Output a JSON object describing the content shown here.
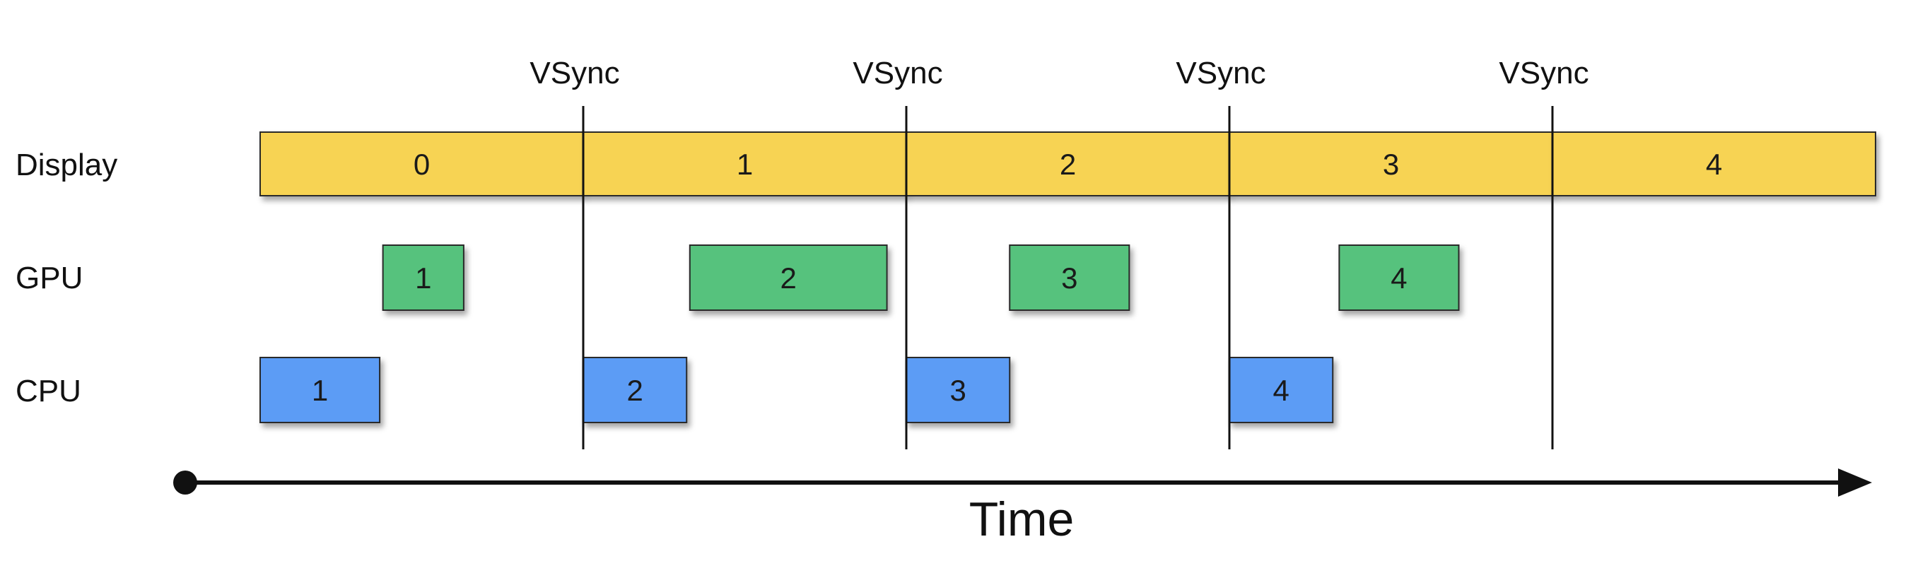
{
  "rows": [
    {
      "id": "display",
      "label": "Display"
    },
    {
      "id": "gpu",
      "label": "GPU"
    },
    {
      "id": "cpu",
      "label": "CPU"
    }
  ],
  "vsync": {
    "label": "VSync",
    "times": [
      1,
      2,
      3,
      4
    ]
  },
  "frames": {
    "display": [
      {
        "label": "0",
        "start": 0,
        "end": 1
      },
      {
        "label": "1",
        "start": 1,
        "end": 2
      },
      {
        "label": "2",
        "start": 2,
        "end": 3
      },
      {
        "label": "3",
        "start": 3,
        "end": 4
      },
      {
        "label": "4",
        "start": 4,
        "end": 5
      }
    ],
    "gpu": [
      {
        "label": "1",
        "start": 0.38,
        "end": 0.63
      },
      {
        "label": "2",
        "start": 1.33,
        "end": 1.94
      },
      {
        "label": "3",
        "start": 2.32,
        "end": 2.69
      },
      {
        "label": "4",
        "start": 3.34,
        "end": 3.71
      }
    ],
    "cpu": [
      {
        "label": "1",
        "start": 0,
        "end": 0.37
      },
      {
        "label": "2",
        "start": 1,
        "end": 1.32
      },
      {
        "label": "3",
        "start": 2,
        "end": 2.32
      },
      {
        "label": "4",
        "start": 3,
        "end": 3.32
      }
    ]
  },
  "axis": {
    "label": "Time"
  },
  "colors": {
    "display": "#f7d352",
    "gpu": "#57c27d",
    "cpu": "#5b9cf5",
    "stroke": "#2a2a2a",
    "line": "#111111"
  }
}
